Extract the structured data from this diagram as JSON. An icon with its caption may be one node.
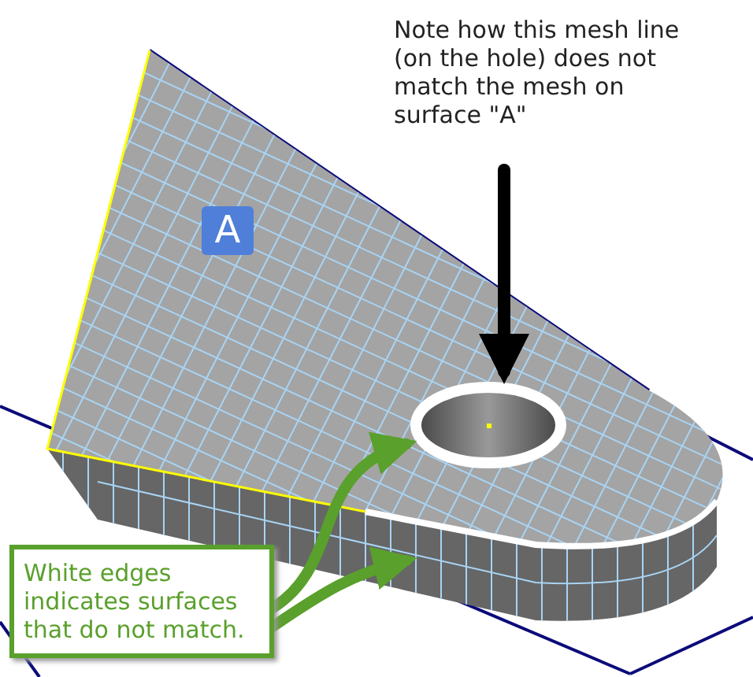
{
  "diagram": {
    "nodes": [
      {
        "text": [
          "Note how this mesh line (on the hole) does not match the mesh on surface \"A\""
        ]
      },
      {
        "text": [],
        "shape": "circle"
      },
      {
        "text": [
          "White edges indicates surfaces that do not match."
        ]
      }
    ],
    "edges": [
      {
        "from": 0,
        "to": 1,
        "arrow": "to",
        "color": "#000000"
      },
      {
        "from": 2,
        "to": 1,
        "arrow": "to"
      },
      {
        "from": 2,
        "to": null,
        "arrow": "to"
      }
    ],
    "labels": [
      "A"
    ]
  }
}
